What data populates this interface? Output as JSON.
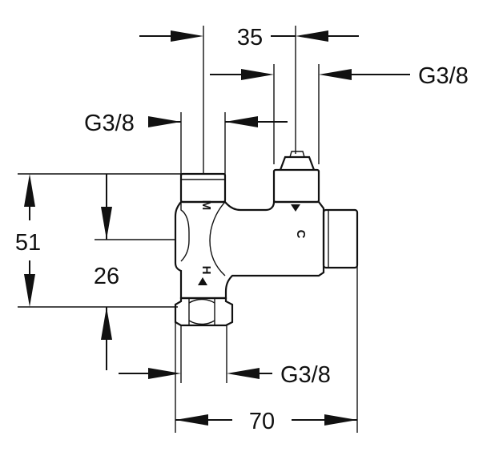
{
  "dimensions": {
    "top_width": "35",
    "top_right_thread": "G3/8",
    "left_upper_thread": "G3/8",
    "height_total": "51",
    "height_partial": "26",
    "bottom_thread": "G3/8",
    "bottom_width": "70"
  },
  "markings": {
    "mixed_outlet": "M",
    "cold_inlet": "C",
    "hot_inlet": "H"
  }
}
